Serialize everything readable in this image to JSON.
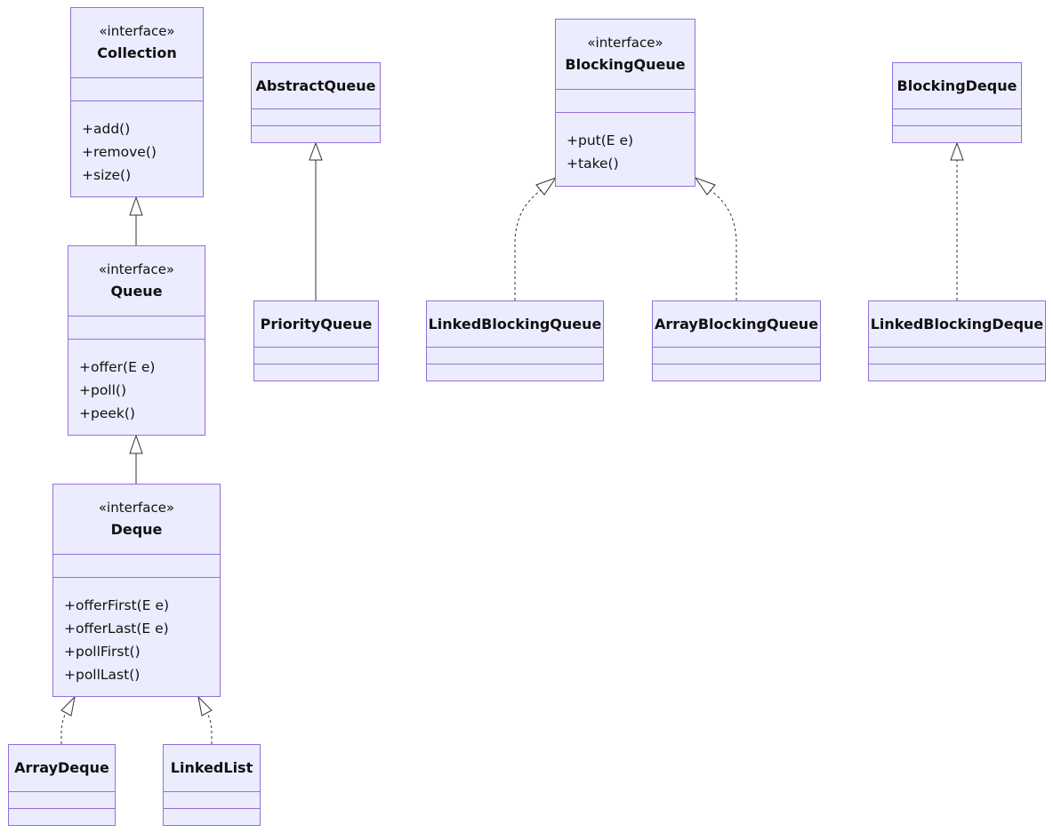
{
  "diagram": {
    "classes": [
      {
        "id": "collection",
        "stereotype": "«interface»",
        "name": "Collection",
        "methods": [
          "+add()",
          "+remove()",
          "+size()"
        ]
      },
      {
        "id": "queue",
        "stereotype": "«interface»",
        "name": "Queue",
        "methods": [
          "+offer(E e)",
          "+poll()",
          "+peek()"
        ]
      },
      {
        "id": "deque",
        "stereotype": "«interface»",
        "name": "Deque",
        "methods": [
          "+offerFirst(E e)",
          "+offerLast(E e)",
          "+pollFirst()",
          "+pollLast()"
        ]
      },
      {
        "id": "arraydeque",
        "stereotype": "",
        "name": "ArrayDeque",
        "methods": []
      },
      {
        "id": "linkedlist",
        "stereotype": "",
        "name": "LinkedList",
        "methods": []
      },
      {
        "id": "abstractqueue",
        "stereotype": "",
        "name": "AbstractQueue",
        "methods": []
      },
      {
        "id": "priorityqueue",
        "stereotype": "",
        "name": "PriorityQueue",
        "methods": []
      },
      {
        "id": "blockingqueue",
        "stereotype": "«interface»",
        "name": "BlockingQueue",
        "methods": [
          "+put(E e)",
          "+take()"
        ]
      },
      {
        "id": "linkedblockingqueue",
        "stereotype": "",
        "name": "LinkedBlockingQueue",
        "methods": []
      },
      {
        "id": "arrayblockingqueue",
        "stereotype": "",
        "name": "ArrayBlockingQueue",
        "methods": []
      },
      {
        "id": "blockingdeque",
        "stereotype": "",
        "name": "BlockingDeque",
        "methods": []
      },
      {
        "id": "linkedblockingdeque",
        "stereotype": "",
        "name": "LinkedBlockingDeque",
        "methods": []
      }
    ],
    "relations": [
      {
        "from": "queue",
        "to": "collection",
        "kind": "inheritance"
      },
      {
        "from": "deque",
        "to": "queue",
        "kind": "inheritance"
      },
      {
        "from": "arraydeque",
        "to": "deque",
        "kind": "realization"
      },
      {
        "from": "linkedlist",
        "to": "deque",
        "kind": "realization"
      },
      {
        "from": "priorityqueue",
        "to": "abstractqueue",
        "kind": "inheritance"
      },
      {
        "from": "linkedblockingqueue",
        "to": "blockingqueue",
        "kind": "realization"
      },
      {
        "from": "arrayblockingqueue",
        "to": "blockingqueue",
        "kind": "realization"
      },
      {
        "from": "linkedblockingdeque",
        "to": "blockingdeque",
        "kind": "realization"
      }
    ],
    "colors": {
      "fill": "#ECECFF",
      "stroke": "#9370DB",
      "line": "#333333"
    }
  }
}
